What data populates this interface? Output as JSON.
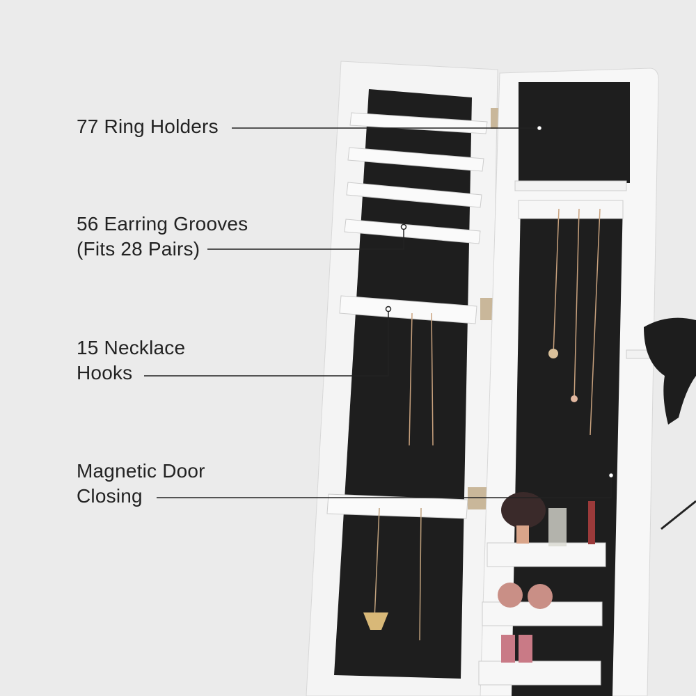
{
  "callouts": [
    {
      "lines": [
        "77 Ring Holders"
      ]
    },
    {
      "lines": [
        "56 Earring Grooves",
        "(Fits 28 Pairs)"
      ]
    },
    {
      "lines": [
        "15 Necklace",
        "Hooks"
      ]
    },
    {
      "lines": [
        "Magnetic Door",
        "Closing"
      ]
    }
  ],
  "colors": {
    "background": "#ebebeb",
    "cabinet": "#f7f7f7",
    "lining": "#1e1e1e",
    "callout_line": "#222222"
  }
}
